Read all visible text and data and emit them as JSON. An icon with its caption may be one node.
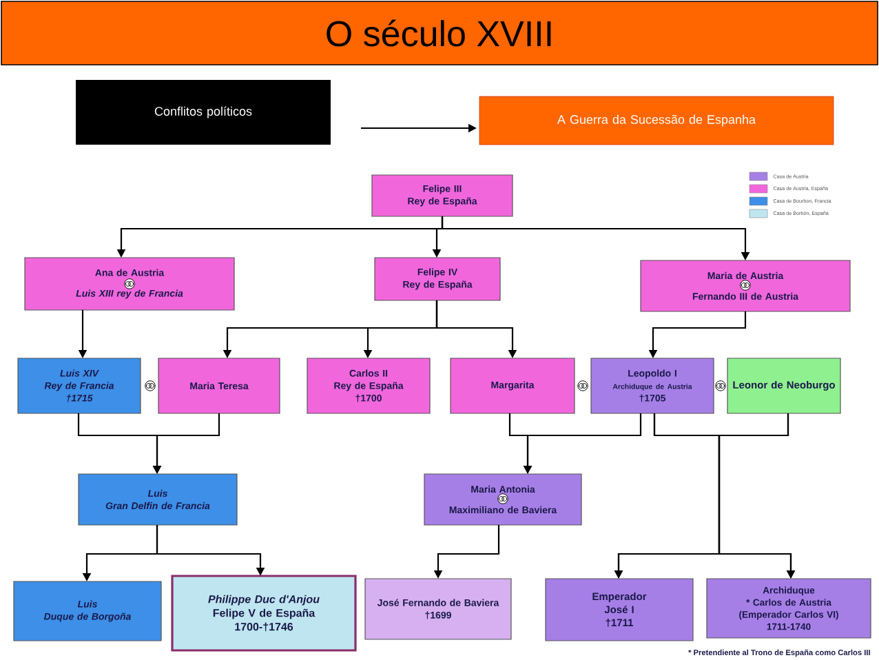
{
  "diagram": {
    "title": "O século XVIII",
    "nodes": [
      {
        "text": [
          "Conflitos políticos"
        ]
      },
      {
        "text": [
          "A Guerra da Sucessão de Espanha"
        ]
      },
      {
        "text": [
          "Felipe III",
          "Rey de España"
        ]
      },
      {
        "text": [
          "Ana de Austria",
          "Luis XIII rey de Francia"
        ]
      },
      {
        "text": [
          "Felipe IV",
          "Rey de España"
        ]
      },
      {
        "text": [
          "Maria de Austria",
          "Fernando III de Austria"
        ]
      },
      {
        "text": [
          "Luis XIV",
          "Rey de Francia",
          "†1715"
        ]
      },
      {
        "text": [
          "Maria Teresa"
        ]
      },
      {
        "text": [
          "Carlos II",
          "Rey de España",
          "†1700"
        ]
      },
      {
        "text": [
          "Margarita"
        ]
      },
      {
        "text": [
          "Leopoldo I",
          "Archiduque de Austria",
          "†1705"
        ]
      },
      {
        "text": [
          "Leonor de Neoburgo"
        ]
      },
      {
        "text": [
          "Luis",
          "Gran Delfin de Francia"
        ]
      },
      {
        "text": [
          "Maria Antonia",
          "Maximiliano de Baviera"
        ]
      },
      {
        "text": [
          "Luis",
          "Duque de Borgoña"
        ]
      },
      {
        "text": [
          "Philippe Duc d'Anjou",
          "Felipe V de España",
          "1700-†1746"
        ]
      },
      {
        "text": [
          "José Fernando de Baviera",
          "†1699"
        ]
      },
      {
        "text": [
          "Emperador",
          "José I",
          "†1711"
        ]
      },
      {
        "text": [
          "Archiduque",
          "* Carlos de Austria",
          "(Emperador Carlos VI)",
          "1711-1740"
        ]
      }
    ],
    "edges": [
      {
        "from": 0,
        "to": 1,
        "arrow": "to"
      },
      {
        "from": 2,
        "to": 3,
        "arrow": "to"
      },
      {
        "from": 2,
        "to": 4,
        "arrow": "to"
      },
      {
        "from": 2,
        "to": 5,
        "arrow": "to"
      },
      {
        "from": 3,
        "to": 6,
        "arrow": "to"
      },
      {
        "from": 4,
        "to": 7,
        "arrow": "to"
      },
      {
        "from": 4,
        "to": 8,
        "arrow": "to"
      },
      {
        "from": 4,
        "to": 9,
        "arrow": "to"
      },
      {
        "from": 5,
        "to": 10,
        "arrow": "to"
      },
      {
        "from": 6,
        "to": 12,
        "arrow": "to"
      },
      {
        "from": 7,
        "to": 12,
        "arrow": "to"
      },
      {
        "from": 9,
        "to": 13,
        "arrow": "to"
      },
      {
        "from": 10,
        "to": 13,
        "arrow": "to"
      },
      {
        "from": 10,
        "to": 17,
        "arrow": "to"
      },
      {
        "from": 10,
        "to": 18,
        "arrow": "to"
      },
      {
        "from": 11,
        "to": 17,
        "arrow": "to"
      },
      {
        "from": 11,
        "to": 18,
        "arrow": "to"
      },
      {
        "from": 12,
        "to": 14,
        "arrow": "to"
      },
      {
        "from": 12,
        "to": 15,
        "arrow": "to"
      },
      {
        "from": 13,
        "to": 16,
        "arrow": "to"
      }
    ],
    "labels": [
      "* Pretendiente al Trono de España como Carlos III"
    ],
    "legend": [
      {
        "text": "Casa de Austria",
        "color": "#a67fe6"
      },
      {
        "text": "Casa de Austria, España",
        "color": "#f266dc"
      },
      {
        "text": "Casa de Bourbon, Francia",
        "color": "#3d8fe8"
      },
      {
        "text": "Casa de Borbón, España",
        "color": "#bfe6f0"
      }
    ]
  }
}
